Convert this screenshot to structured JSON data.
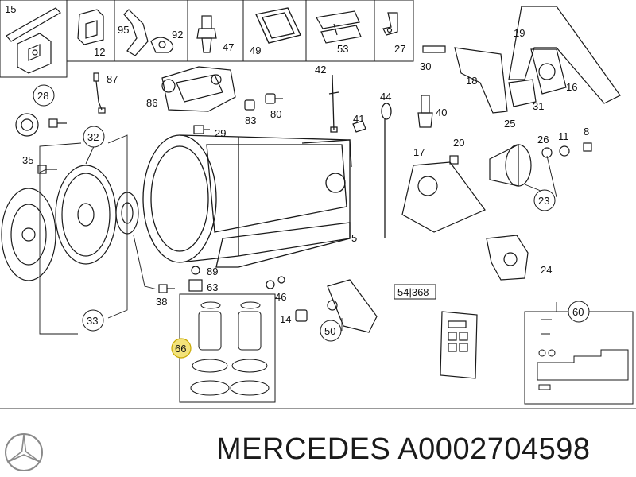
{
  "parts": {
    "p15": "15",
    "p12": "12",
    "p95": "95",
    "p92": "92",
    "p47": "47",
    "p49": "49",
    "p53": "53",
    "p27": "27",
    "p30": "30",
    "p19": "19",
    "p16": "16",
    "p87": "87",
    "p86": "86",
    "p83": "83",
    "p80": "80",
    "p42": "42",
    "p18": "18",
    "p31": "31",
    "p28": "28",
    "p44": "44",
    "p40": "40",
    "p41": "41",
    "p29": "29",
    "p32": "32",
    "p35": "35",
    "p17": "17",
    "p20": "20",
    "p25": "25",
    "p26": "26",
    "p11": "11",
    "p8": "8",
    "p23": "23",
    "p5": "5",
    "p89": "89",
    "p63": "63",
    "p38": "38",
    "p46": "46",
    "p24": "24",
    "p54368": "54|368",
    "p14": "14",
    "p50": "50",
    "p60": "60",
    "p33": "33",
    "p66": "66"
  },
  "footer": {
    "brand_text": "MERCEDES A0002704598"
  },
  "colors": {
    "line": "#1a1a1a",
    "highlight_fill": "#f3e37a",
    "highlight_stroke": "#c8a800",
    "divider": "#333333"
  }
}
